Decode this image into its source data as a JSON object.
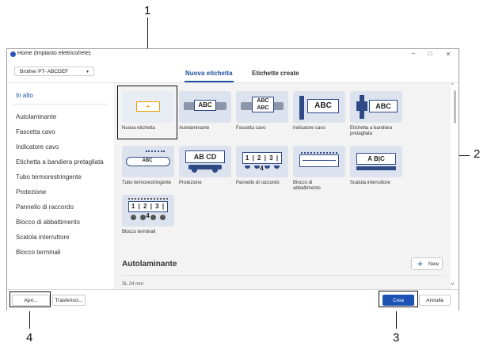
{
  "window": {
    "title": "Home (Impianto elettrico/rete)",
    "min_glyph": "–",
    "max_glyph": "□",
    "close_glyph": "×"
  },
  "printer": {
    "selected": "Brother PT- ABCDEF",
    "caret": "▾"
  },
  "tabs": [
    {
      "label": "Nuova etichetta",
      "active": true
    },
    {
      "label": "Etichette create",
      "active": false
    }
  ],
  "sidebar": {
    "items": [
      {
        "label": "In alto",
        "active": true
      },
      {
        "label": "Autolaminante"
      },
      {
        "label": "Fascetta cavo"
      },
      {
        "label": "Indicatore cavo"
      },
      {
        "label": "Etichetta a bandiera pretagliata"
      },
      {
        "label": "Tubo termorestringente"
      },
      {
        "label": "Protezione"
      },
      {
        "label": "Pannello di raccordo"
      },
      {
        "label": "Blocco di abbattimento"
      },
      {
        "label": "Scatola interruttore"
      },
      {
        "label": "Blocco terminali"
      }
    ]
  },
  "templates": [
    {
      "name": "Nuova etichetta",
      "icon": "plus"
    },
    {
      "name": "Autolaminante",
      "icon": "ABC"
    },
    {
      "name": "Fascetta cavo",
      "icon": "ABC"
    },
    {
      "name": "Indicatore cavo",
      "icon": "ABC"
    },
    {
      "name": "Etichetta a bandiera pretagliata",
      "icon": "ABC"
    },
    {
      "name": "Tubo termorestringente",
      "icon": "ABC"
    },
    {
      "name": "Protezione",
      "icon": "AB CD"
    },
    {
      "name": "Pannello di raccordo",
      "icon": "1|2|3|4"
    },
    {
      "name": "Blocco di abbattimento",
      "icon": "punch-down"
    },
    {
      "name": "Scatola interruttore",
      "icon": "A|B|C"
    },
    {
      "name": "Blocco terminali",
      "icon": "1|2|3|4"
    }
  ],
  "tile_text": {
    "abc": "ABC",
    "abcd": "AB CD",
    "a": "A",
    "bc": "B|C",
    "n1": "1",
    "n2": "2",
    "n3": "3",
    "n4": "4",
    "plus": "+"
  },
  "section": {
    "title": "Autolaminante",
    "new_label": "New",
    "new_icon": "+",
    "size": "SL 24 mm"
  },
  "footer": {
    "open": "Apri...",
    "transfer": "Trasferisci...",
    "create": "Crea",
    "cancel": "Annulla"
  },
  "callouts": {
    "c1": "1",
    "c2": "2",
    "c3": "3",
    "c4": "4"
  },
  "colors": {
    "accent": "#1d4f9c",
    "primary_button": "#1d52b5",
    "tile_bg": "#dde3ee",
    "plus_color": "#f0a000"
  }
}
